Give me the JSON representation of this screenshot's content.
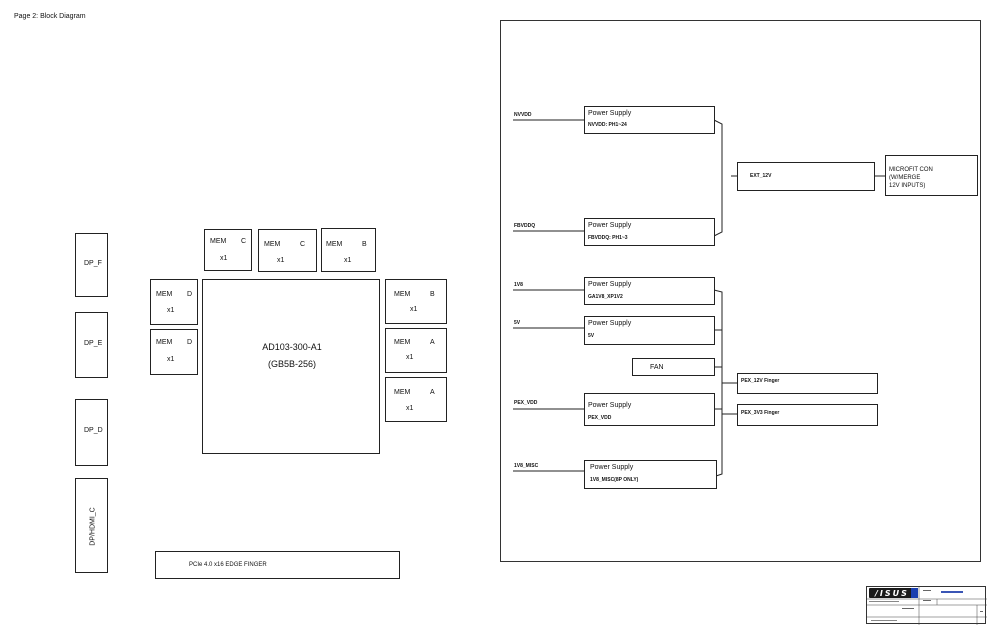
{
  "page_title": "Page 2: Block Diagram",
  "gpu": {
    "name": "AD103-300-A1",
    "package": "(GB5B-256)"
  },
  "memory": [
    {
      "id": "mem-top-c1",
      "label": "MEM",
      "channel": "C",
      "count": "x1"
    },
    {
      "id": "mem-top-c2",
      "label": "MEM",
      "channel": "C",
      "count": "x1"
    },
    {
      "id": "mem-top-b",
      "label": "MEM",
      "channel": "B",
      "count": "x1"
    },
    {
      "id": "mem-left-d1",
      "label": "MEM",
      "channel": "D",
      "count": "x1"
    },
    {
      "id": "mem-left-d2",
      "label": "MEM",
      "channel": "D",
      "count": "x1"
    },
    {
      "id": "mem-right-b",
      "label": "MEM",
      "channel": "B",
      "count": "x1"
    },
    {
      "id": "mem-right-a1",
      "label": "MEM",
      "channel": "A",
      "count": "x1"
    },
    {
      "id": "mem-right-a2",
      "label": "MEM",
      "channel": "A",
      "count": "x1"
    }
  ],
  "display_ports": [
    "DP_F",
    "DP_E",
    "DP_D",
    "DP/HDMI_C"
  ],
  "edge_finger": "PCIe 4.0 x16 EDGE FINGER",
  "power": {
    "rails": [
      {
        "net": "NVVDD",
        "title": "Power Supply",
        "sub": "NVVDD: PH1~24"
      },
      {
        "net": "FBVDDQ",
        "title": "Power Supply",
        "sub": "FBVDDQ: PH1~3"
      },
      {
        "net": "1V8",
        "title": "Power Supply",
        "sub": "GA1V8_XP1V2"
      },
      {
        "net": "5V",
        "title": "Power Supply",
        "sub": "5V"
      },
      {
        "net": "PEX_VDD",
        "title": "Power Supply",
        "sub": "PEX_VDD"
      },
      {
        "net": "1V8_MISC",
        "title": "Power Supply",
        "sub": "1V8_MISC(8P ONLY)"
      }
    ],
    "fan": "FAN",
    "ext_12v": "EXT_12V",
    "connector": [
      "MICROFIT CON",
      "(W/MERGE",
      "12V INPUTS)"
    ],
    "pex_12v": "PEX_12V Finger",
    "pex_3v3": "PEX_3V3 Finger"
  },
  "title_block": {
    "sheet_title": "Block Diagram"
  }
}
